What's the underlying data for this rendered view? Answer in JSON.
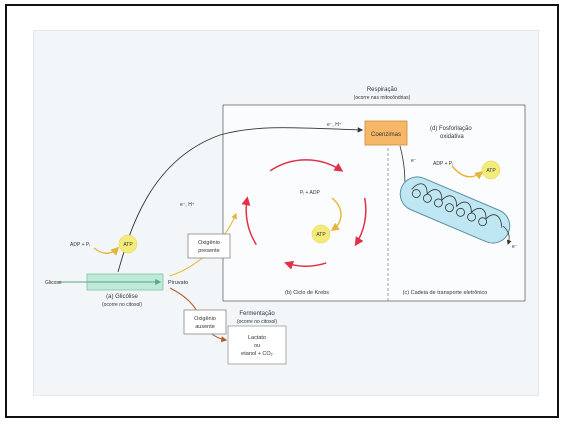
{
  "respiracao": {
    "title": "Respiração",
    "subtitle": "(ocorre nas mitocôndrias)"
  },
  "coenzimas": "Coenzimas",
  "fosforilacao": {
    "letter": "(d)",
    "line1": "Fosforilação",
    "line2": "oxidativa"
  },
  "electron_top": "e⁻, H⁺",
  "electron_side": "e⁻, H⁺",
  "electron_e1": "e⁻",
  "electron_e2": "e⁻",
  "krebs": {
    "label": "(b) Ciclo de Krebs",
    "reactants": "Pᵢ + ADP",
    "atp": "ATP"
  },
  "cadeia": {
    "label": "(c) Cadeia de transporte eletrônico",
    "reactants": "ADP + Pᵢ",
    "atp": "ATP"
  },
  "glicolise": {
    "reactants": "ADP + Pᵢ",
    "atp": "ATP",
    "title": "(a) Glicólise",
    "subtitle": "(ocorre no citosol)"
  },
  "glicose": "Glicose",
  "piruvato": "Piruvato",
  "oxigenio_presente": {
    "line1": "Oxigênio",
    "line2": "presente"
  },
  "oxigenio_ausente": {
    "line1": "Oxigênio",
    "line2": "ausente"
  },
  "fermentacao": {
    "title": "Fermentação",
    "subtitle": "(ocorre no citosol)",
    "line1": "Lactato",
    "line2": "ou",
    "line3": "etanol + CO₂"
  },
  "colors": {
    "krebs": "#e0304a",
    "yellow": "#f6c94a",
    "atp": "#f4ec7a",
    "coenzimas": "#f6b866",
    "glicolise": "#bfe9d8",
    "chain": "#bfe6f3",
    "brown": "#b35a2a"
  }
}
